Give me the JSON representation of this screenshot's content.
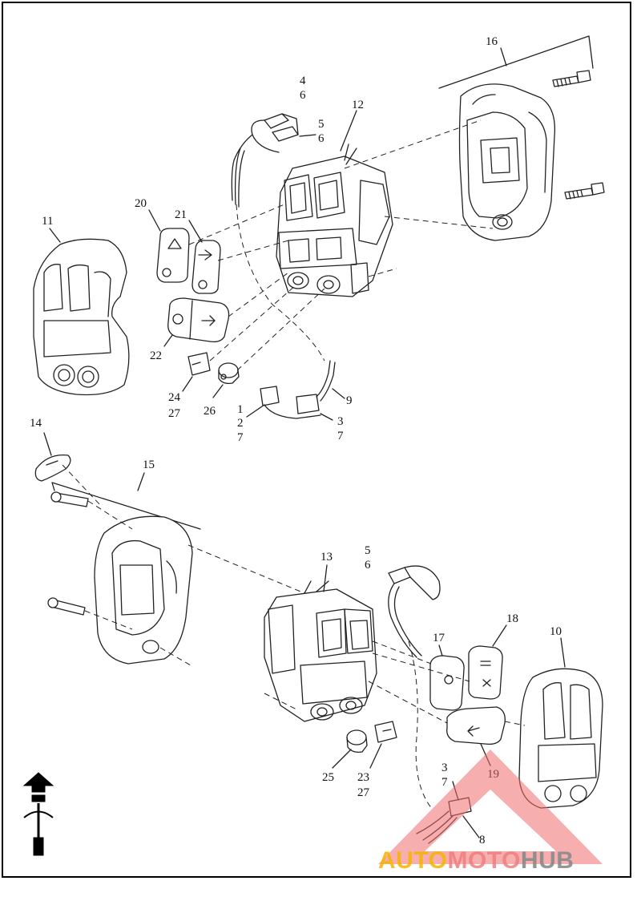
{
  "callouts": {
    "c16": "16",
    "c4": "4",
    "c6a": "6",
    "c5a": "5",
    "c6b": "6",
    "c12": "12",
    "c20": "20",
    "c21": "21",
    "c11": "11",
    "c22": "22",
    "c24": "24",
    "c27a": "27",
    "c26": "26",
    "c9": "9",
    "c1": "1",
    "c2": "2",
    "c7a": "7",
    "c3a": "3",
    "c7b": "7",
    "c14": "14",
    "c15": "15",
    "c5b": "5",
    "c6c": "6",
    "c13": "13",
    "c18": "18",
    "c10": "10",
    "c17": "17",
    "c25": "25",
    "c23": "23",
    "c27b": "27",
    "c19": "19",
    "c3b": "3",
    "c7c": "7",
    "c8": "8"
  },
  "watermark": {
    "part1": "AUTO",
    "part2": "MOTO",
    "part3": "HUB",
    "colors": {
      "auto": "#f5b400",
      "moto": "#f07e7e",
      "hub": "#8a8a8a",
      "triangle": "#ee6b6b"
    }
  }
}
